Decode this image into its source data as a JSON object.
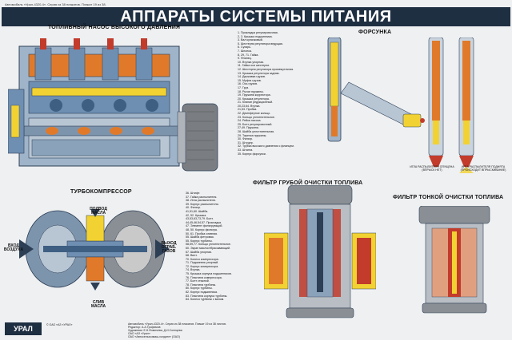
{
  "header_note": "Автомобиль «Урал-4320-4». Серия из 38 плакатов. Плакат 19 из 38.",
  "title": "АППАРАТЫ СИСТЕМЫ ПИТАНИЯ",
  "sections": {
    "pump": "ТОПЛИВНЫЙ НАСОС ВЫСОКОГО ДАВЛЕНИЯ",
    "injector": "ФОРСУНКА",
    "turbo": "ТУРБОКОМПРЕССОР",
    "coarse_filter": "ФИЛЬТР ГРУБОЙ ОЧИСТКИ ТОПЛИВА",
    "fine_filter": "ФИЛЬТР ТОНКОЙ ОЧИСТКИ ТОПЛИВА"
  },
  "turbo_labels": {
    "oil_in": "ПОДВОД МАСЛА",
    "air_in": "ВХОД ВОЗДУХА",
    "exhaust_out": "ВЫХОД ОТРАБ. ГАЗОВ",
    "oil_out": "СЛИВ МАСЛА"
  },
  "injector_captions": {
    "left": "ИГЛА РАСПЫЛИТЕЛЯ ОПУЩЕНА (ВПРЫСК НЕТ)",
    "right": "ИГЛА РАСПЫЛИТЕЛЯ ПОДНЯТА (ПРОИСХОДИТ ВПРЫСКИВАНИЕ)"
  },
  "legend_top": [
    "1. Прокладка регулировочная.",
    "2, 3. Крышка подшипника.",
    "3. Вал кулачковый.",
    "5. Шестерня регулятора ведущая.",
    "6. Сухарь.",
    "7. Шпонка.",
    "8, 29, 71. Гайка.",
    "9. Фланец.",
    "10. Втулка упорная.",
    "11. Гайка оси шестерни.",
    "12. Шестерня регулятора промежуточная.",
    "13. Крышка регулятора задняя.",
    "14. Державка грузов.",
    "15. Муфта грузов.",
    "16. Ось грузов.",
    "17. Груз.",
    "18. Рычаг пружины.",
    "19. Пружина корректора.",
    "20. Крышка регулятора.",
    "21. Клапан редукционный.",
    "20,23,64. Втулка.",
    "21,53. Пробка.",
    "22. Демпферное кольцо.",
    "23. Кольцо уплотнительное.",
    "24. Рейка насоса.",
    "25. Болт регулировочный.",
    "27,49. Пружина.",
    "28. Шайба уплотнительная.",
    "29. Тарелка пружины.",
    "30. Фильтр.",
    "31. Штуцер.",
    "32. Трубка высокого давления с фланцем.",
    "33. Штанга.",
    "35. Корпус форсунки."
  ],
  "legend_bottom": [
    "36. Штифт.",
    "37. Гайка распылителя.",
    "38. Игла распылителя.",
    "39. Корпус распылителя.",
    "40. Фильтр.",
    "41,51,60. Шайба.",
    "42, 52. Крышка.",
    "43,53,63,73,79. Болт.",
    "44,45,46,54,57. Прокладка.",
    "47. Элемент фильтрующий.",
    "48, 50. Корпус фильтра.",
    "50, 61. Пробка сливная.",
    "55. Шайба фетровая.",
    "55. Корпус турбины.",
    "58,59,77. Кольцо уплотнительное.",
    "60. Экран маслоотбрасывающий.",
    "67. Шайба упорная.",
    "68. Винт.",
    "70. Колесо компрессора.",
    "71. Подшипник упорный.",
    "72. Корпус компрессора.",
    "74. Втулка.",
    "75. Крышка корпуса подшипников.",
    "76. Пластина компрессора.",
    "77. Болт стяжной.",
    "78. Пластина турбины.",
    "80. Корпус турбины.",
    "82. Корпус подшипника.",
    "83. Пластина корпуса турбины.",
    "84. Колесо турбины с валом."
  ],
  "footer": {
    "logo": "УРАЛ",
    "info": "© ОАО «АЗ «УРАЛ»",
    "text": [
      "Автомобиль «Урал-4320-4». Серия из 38 плакатов. Плакат 19 из 38 листов.",
      "Редактор: А.А.Трофимов",
      "Художники: Е.Н.Фомичева, Д.И.Солнцева",
      "ОАО «АЗ «Урал»",
      "ОАО «Автосельхозмаш-холдинг» (ОАО)"
    ]
  },
  "colors": {
    "banner": "#1f2f42",
    "steel_blue": "#6f8fb2",
    "steel_dark": "#3f5f82",
    "orange": "#e07a2a",
    "yellow": "#f2d232",
    "red": "#c23b2b",
    "grey": "#9aa0a6"
  }
}
